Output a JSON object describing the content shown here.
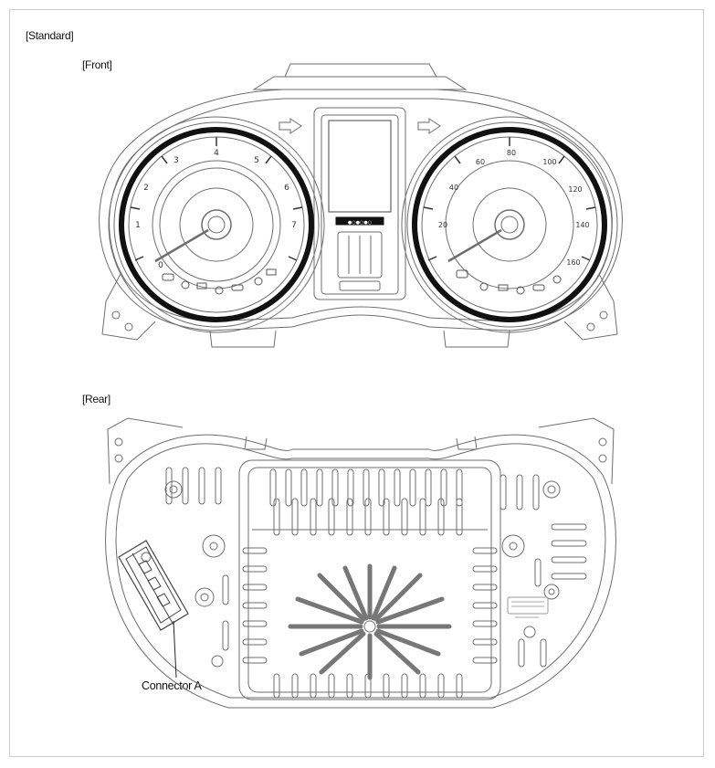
{
  "labels": {
    "standard": "[Standard]",
    "front": "[Front]",
    "rear": "[Rear]",
    "connector": "Connector A"
  },
  "tachometer": {
    "ticks": [
      "0",
      "1",
      "2",
      "3",
      "4",
      "5",
      "6",
      "7"
    ]
  },
  "speedometer": {
    "ticks": [
      "20",
      "40",
      "60",
      "80",
      "100",
      "120",
      "140",
      "160"
    ]
  },
  "colors": {
    "line": "#6e6e6e",
    "ring": "#111111",
    "frame": "#cfcfcf"
  }
}
